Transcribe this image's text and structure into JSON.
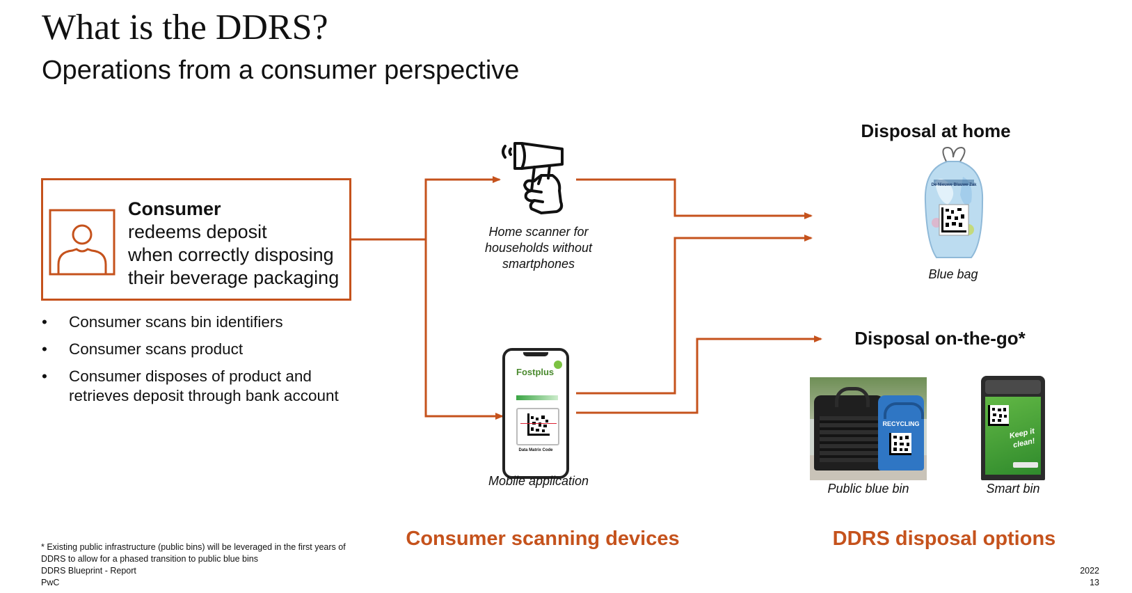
{
  "title": "What is the DDRS?",
  "subtitle": "Operations from a consumer perspective",
  "consumer": {
    "heading": "Consumer",
    "lines": [
      "redeems deposit",
      "when correctly disposing",
      "their beverage packaging"
    ],
    "icon": "person-icon"
  },
  "bullets": [
    "Consumer scans bin identifiers",
    "Consumer scans product",
    "Consumer disposes of product and retrieves deposit through bank account"
  ],
  "scanning_devices": {
    "label": "Consumer scanning devices",
    "home_scanner": {
      "icon": "hand-scanner-icon",
      "caption_lines": [
        "Home scanner for",
        "households without",
        "smartphones"
      ]
    },
    "mobile_app": {
      "icon": "smartphone-icon",
      "caption": "Mobile application",
      "brand": "Fostplus",
      "code_label": "Data Matrix Code"
    }
  },
  "disposal_options": {
    "label": "DDRS disposal options",
    "home": {
      "heading": "Disposal at home",
      "bag_caption": "Blue bag",
      "bag_label": "De Nieuwe Blauwe Zak"
    },
    "on_the_go": {
      "heading": "Disposal on-the-go*",
      "public_bin": {
        "caption": "Public blue bin",
        "bin_label": "RECYCLING"
      },
      "smart_bin": {
        "caption": "Smart bin",
        "slogan_lines": [
          "Keep it",
          "clean!"
        ]
      }
    }
  },
  "footer": {
    "footnote_lines": [
      "* Existing public infrastructure (public bins) will be leveraged in the first years of",
      "DDRS to allow for a phased transition to public blue bins"
    ],
    "report": "DDRS Blueprint - Report",
    "company": "PwC",
    "year": "2022",
    "page": "13"
  },
  "colors": {
    "accent": "#c5521c",
    "bag_blue": "#bcdcf0",
    "bin_blue": "#2f76c4",
    "smart_bin_green": "#3f9e3a"
  }
}
